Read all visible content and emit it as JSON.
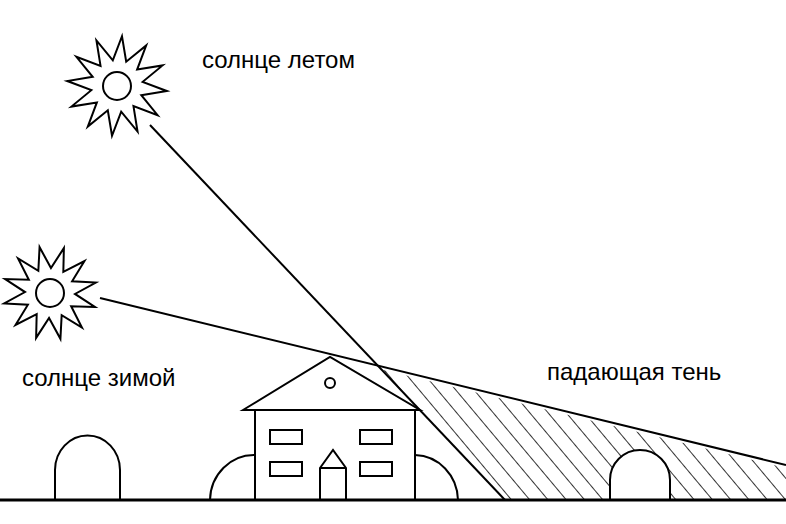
{
  "diagram": {
    "labels": [
      "солнце летом",
      "солнце зимой",
      "падающая тень"
    ]
  }
}
